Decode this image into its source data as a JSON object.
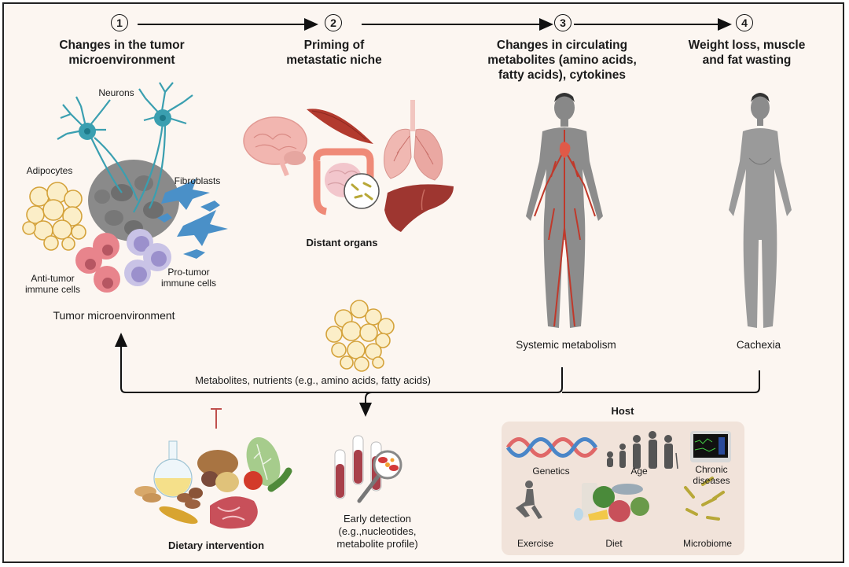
{
  "steps": [
    {
      "number": "1",
      "title": "Changes in the tumor\nmicroenvironment"
    },
    {
      "number": "2",
      "title": "Priming of\nmetastatic niche"
    },
    {
      "number": "3",
      "title": "Changes in circulating\nmetabolites (amino acids,\nfatty acids), cytokines"
    },
    {
      "number": "4",
      "title": "Weight loss, muscle\nand fat wasting"
    }
  ],
  "tumor_microenvironment": {
    "caption": "Tumor microenvironment",
    "labels": {
      "neurons": "Neurons",
      "adipocytes": "Adipocytes",
      "fibroblasts": "Fibroblasts",
      "anti_tumor": "Anti-tumor\nimmune cells",
      "pro_tumor": "Pro-tumor\nimmune cells"
    }
  },
  "distant_organs": {
    "caption": "Distant organs"
  },
  "systemic": {
    "caption": "Systemic metabolism"
  },
  "cachexia": {
    "caption": "Cachexia"
  },
  "feedback": {
    "label": "Metabolites, nutrients (e.g., amino acids, fatty acids)"
  },
  "dietary": {
    "caption": "Dietary intervention"
  },
  "early_detection": {
    "caption": "Early detection\n(e.g.,nucleotides,\nmetabolite profile)"
  },
  "host": {
    "title": "Host",
    "factors": [
      "Genetics",
      "Age",
      "Chronic\ndiseases",
      "Exercise",
      "Diet",
      "Microbiome"
    ]
  },
  "colors": {
    "background": "#fcf6f1",
    "neuron": "#3a9fb0",
    "fibroblast": "#4a90c8",
    "adipocyte": "#d4a23a",
    "vessel": "#c0392b",
    "inhibit": "#c0504d",
    "host_box": "#f1e3da"
  }
}
